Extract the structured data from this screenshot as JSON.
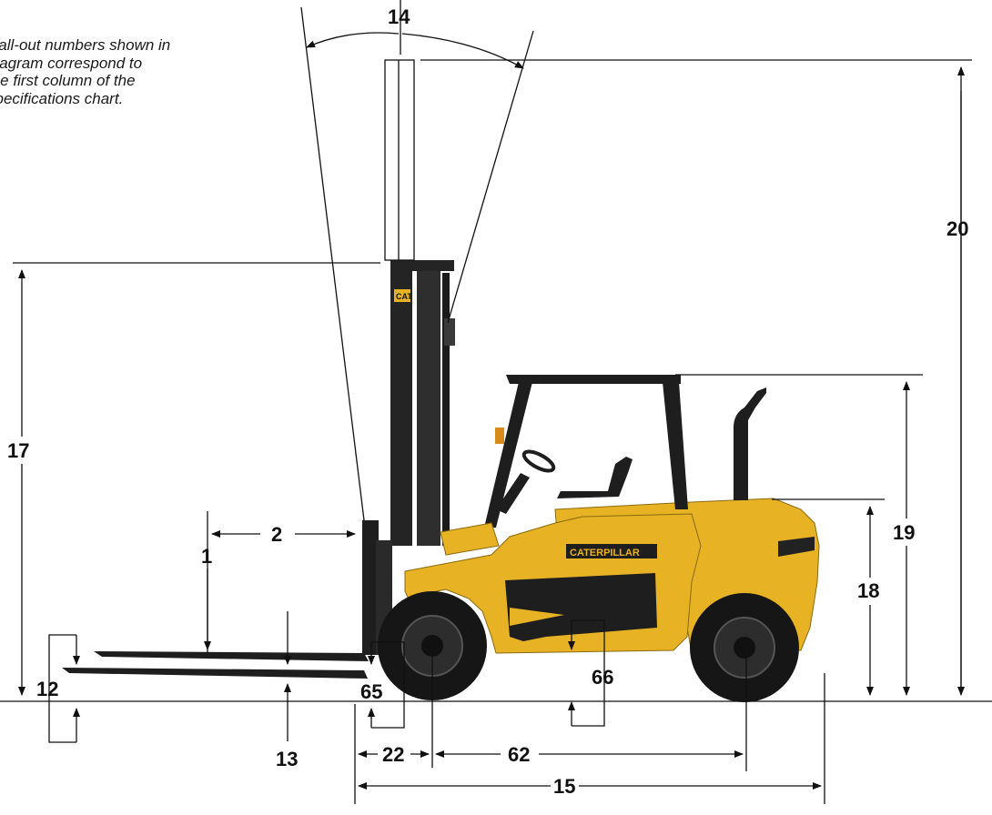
{
  "note": {
    "lines": [
      "Call-out numbers shown in",
      "diagram correspond to",
      "the first column of the",
      "specifications chart."
    ]
  },
  "callouts": {
    "c1": "1",
    "c2": "2",
    "c12": "12",
    "c13": "13",
    "c14": "14",
    "c15": "15",
    "c17": "17",
    "c18": "18",
    "c19": "19",
    "c20": "20",
    "c22": "22",
    "c62": "62",
    "c65": "65",
    "c66": "66"
  },
  "truck": {
    "brand_text": "CATERPILLAR",
    "mast_logo_text": "CAT",
    "colors": {
      "body": "#e7b224",
      "body_dark": "#c79418",
      "mast": "#242424",
      "tire": "#161616",
      "line": "#111111"
    }
  }
}
